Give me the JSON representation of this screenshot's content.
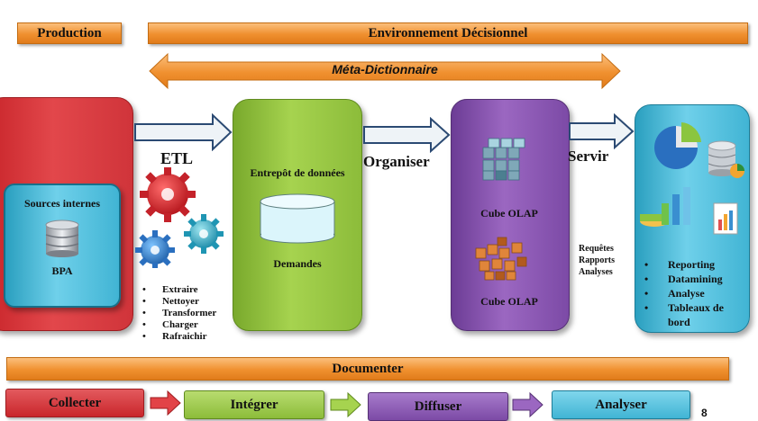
{
  "top": {
    "production": "Production",
    "environnement": "Environnement Décisionnel",
    "meta": "Méta-Dictionnaire"
  },
  "sources": {
    "title": "Sources internes",
    "db": "BPA"
  },
  "etl": {
    "label": "ETL",
    "steps": [
      "Extraire",
      "Nettoyer",
      "Transformer",
      "Charger",
      "Rafraichir"
    ]
  },
  "entrepot": {
    "title": "Entrepôt de données",
    "sub": "Demandes"
  },
  "organiser": "Organiser",
  "olap": {
    "cube1": "Cube OLAP",
    "cube2": "Cube OLAP"
  },
  "servir": "Servir",
  "requetes": [
    "Requêtes",
    "Rapports",
    "Analyses"
  ],
  "outputs": [
    "Reporting",
    "Datamining",
    "Analyse",
    "Tableaux de bord"
  ],
  "documenter": "Documenter",
  "flow": {
    "collecter": "Collecter",
    "integrer": "Intégrer",
    "diffuser": "Diffuser",
    "analyser": "Analyser"
  },
  "page_number": "8",
  "colors": {
    "orange": "#f0902f",
    "red": "#d0343a",
    "green": "#8cbc3a",
    "purple": "#7c4aa6",
    "blue": "#41b4d4"
  }
}
